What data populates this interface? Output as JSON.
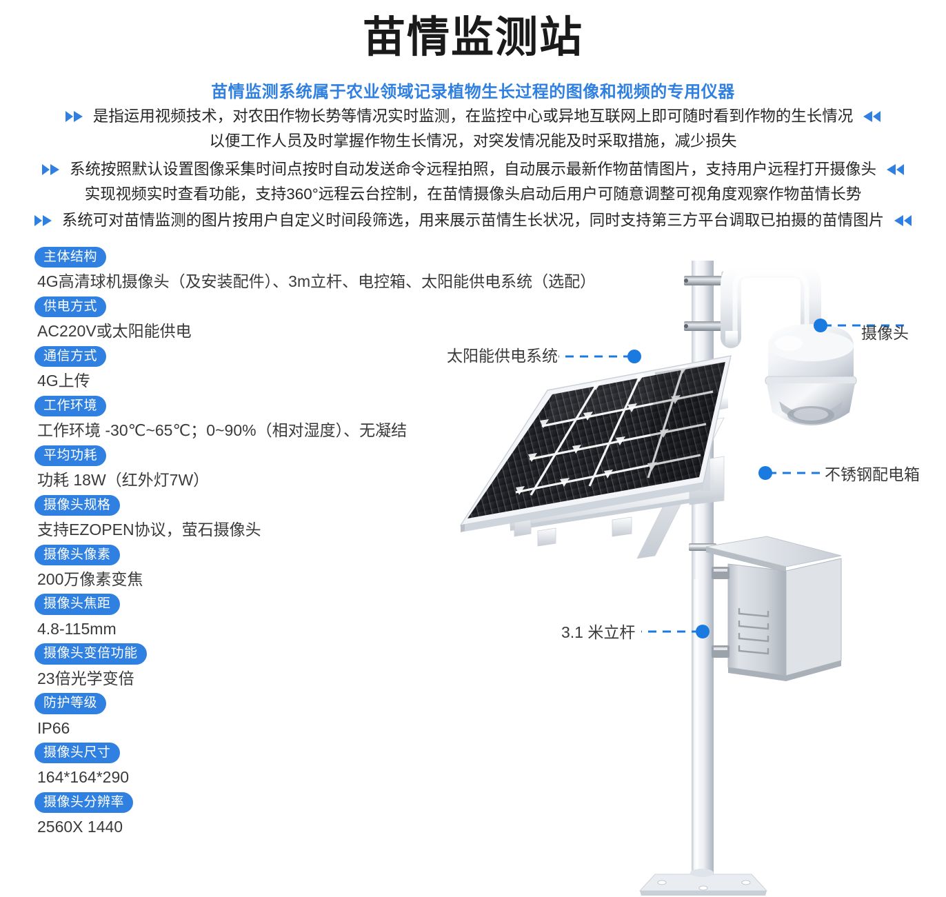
{
  "header": {
    "title": "苗情监测站",
    "subtitle": "苗情监测系统属于农业领域记录植物生长过程的图像和视频的专用仪器"
  },
  "intro": {
    "blocks": [
      {
        "marker_left": "double-chevron-right-icon",
        "marker_right": "double-chevron-left-icon",
        "line1": "是指运用视频技术，对农田作物长势等情况实时监测，在监控中心或异地互联网上即可随时看到作物的生长情况",
        "line2": "以便工作人员及时掌握作物生长情况，对突发情况能及时采取措施，减少损失"
      },
      {
        "marker_left": "double-chevron-right-icon",
        "marker_right": "double-chevron-left-icon",
        "line1": "系统按照默认设置图像采集时间点按时自动发送命令远程拍照，自动展示最新作物苗情图片，支持用户远程打开摄像头",
        "line2": "实现视频实时查看功能，支持360°远程云台控制，在苗情摄像头启动后用户可随意调整可视角度观察作物苗情长势"
      },
      {
        "marker_left": "double-chevron-right-icon",
        "marker_right": "double-chevron-left-icon",
        "line1": "系统可对苗情监测的图片按用户自定义时间段筛选，用来展示苗情生长状况，同时支持第三方平台调取已拍摄的苗情图片",
        "line2": ""
      }
    ]
  },
  "specs": [
    {
      "label": "主体结构",
      "value": "4G高清球机摄像头（及安装配件）、3m立杆、电控箱、太阳能供电系统（选配）"
    },
    {
      "label": "供电方式",
      "value": "AC220V或太阳能供电"
    },
    {
      "label": "通信方式",
      "value": "4G上传"
    },
    {
      "label": "工作环境",
      "value": "工作环境 -30℃~65℃；0~90%（相对湿度）、无凝结"
    },
    {
      "label": "平均功耗",
      "value": "功耗 18W（红外灯7W）"
    },
    {
      "label": "摄像头规格",
      "value": "支持EZOPEN协议，萤石摄像头"
    },
    {
      "label": "摄像头像素",
      "value": "200万像素变焦"
    },
    {
      "label": "摄像头焦距",
      "value": "4.8-115mm"
    },
    {
      "label": "摄像头变倍功能",
      "value": "23倍光学变倍"
    },
    {
      "label": "防护等级",
      "value": "IP66"
    },
    {
      "label": "摄像头尺寸",
      "value": "164*164*290"
    },
    {
      "label": "摄像头分辨率",
      "value": "2560X 1440"
    }
  ],
  "diagram": {
    "callouts": {
      "camera": "摄像头",
      "solar": "太阳能供电系统",
      "box": "不锈钢配电箱",
      "pole": "3.1 米立杆"
    },
    "parts": {
      "camera_icon": "ptz-dome-camera-icon",
      "solar_icon": "solar-panel-icon",
      "box_icon": "distribution-box-icon",
      "pole_icon": "mast-pole-icon",
      "base_icon": "base-plate-icon"
    }
  },
  "colors": {
    "accent_blue": "#2f80e0",
    "callout_dot": "#1a7ae0",
    "title_dark": "#1a1a1a",
    "body_text": "#3a3a3a",
    "panel_dark": "#2b2b2e",
    "metal_light": "#e9ebee"
  }
}
